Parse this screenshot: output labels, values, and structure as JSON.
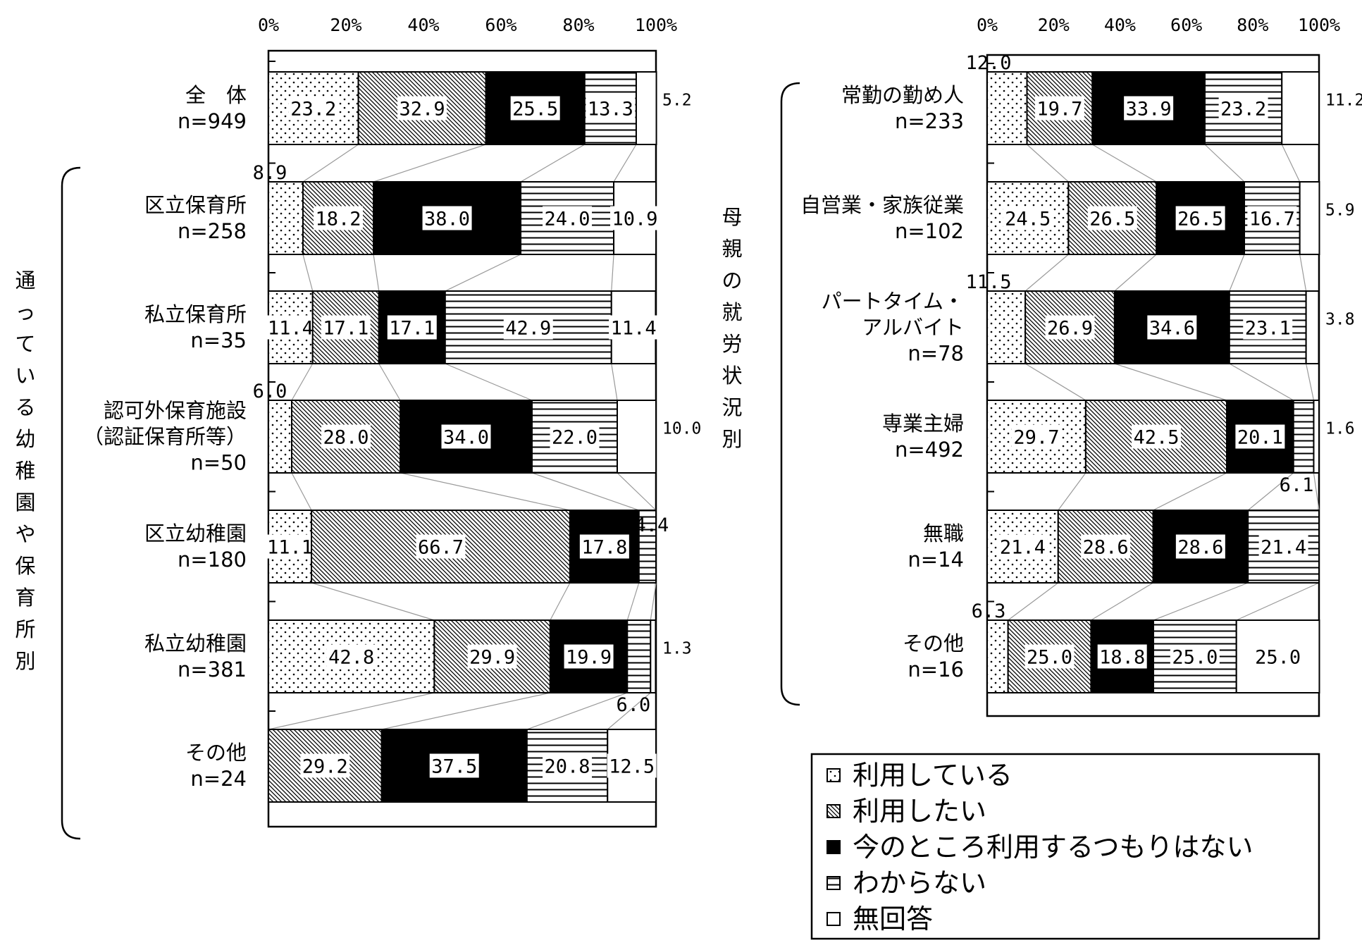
{
  "chart_data": {
    "type": "bar",
    "orientation": "horizontal",
    "stacked": true,
    "percent_axis": true,
    "xlim": [
      0,
      100
    ],
    "ticks": [
      "0%",
      "20%",
      "40%",
      "60%",
      "80%",
      "100%"
    ],
    "legend": {
      "placement": "bottom-right",
      "items": [
        {
          "label": "利用している",
          "pattern": "dots"
        },
        {
          "label": "利用したい",
          "pattern": "diagonal"
        },
        {
          "label": "今のところ利用するつもりはない",
          "pattern": "solid-black"
        },
        {
          "label": "わからない",
          "pattern": "horizontal-lines"
        },
        {
          "label": "無回答",
          "pattern": "blank"
        }
      ]
    },
    "panels": [
      {
        "id": "left",
        "group_label": "通っている幼稚園や保育所別",
        "rows": [
          {
            "name": "全　体",
            "n": "n=949",
            "values": [
              23.2,
              32.9,
              25.5,
              13.3,
              5.2
            ],
            "labels": [
              "23.2",
              "32.9",
              "25.5",
              "13.3",
              "5.2"
            ]
          },
          {
            "name": "区立保育所",
            "n": "n=258",
            "values": [
              8.9,
              18.2,
              38.0,
              24.0,
              10.9
            ],
            "labels": [
              "8.9",
              "18.2",
              "38.0",
              "24.0",
              "10.9"
            ]
          },
          {
            "name": "私立保育所",
            "n": "n=35",
            "values": [
              11.4,
              17.1,
              17.1,
              42.9,
              11.4
            ],
            "labels": [
              "11.4",
              "17.1",
              "17.1",
              "42.9",
              "11.4"
            ]
          },
          {
            "name": "認可外保育施設",
            "name2": "（認証保育所等）",
            "n": "n=50",
            "values": [
              6.0,
              28.0,
              34.0,
              22.0,
              10.0
            ],
            "labels": [
              "6.0",
              "28.0",
              "34.0",
              "22.0",
              "10.0"
            ]
          },
          {
            "name": "区立幼稚園",
            "n": "n=180",
            "values": [
              11.1,
              66.7,
              17.8,
              4.4,
              0
            ],
            "labels": [
              "11.1",
              "66.7",
              "17.8",
              "4.4",
              ""
            ]
          },
          {
            "name": "私立幼稚園",
            "n": "n=381",
            "values": [
              42.8,
              29.9,
              19.9,
              6.0,
              1.3
            ],
            "labels": [
              "42.8",
              "29.9",
              "19.9",
              "6.0",
              "1.3"
            ]
          },
          {
            "name": "その他",
            "n": "n=24",
            "values": [
              0,
              29.2,
              37.5,
              20.8,
              12.5
            ],
            "labels": [
              "",
              "29.2",
              "37.5",
              "20.8",
              "12.5"
            ]
          }
        ]
      },
      {
        "id": "right",
        "group_label": "母親の就労状況別",
        "rows": [
          {
            "name": "常勤の勤め人",
            "n": "n=233",
            "values": [
              12.0,
              19.7,
              33.9,
              23.2,
              11.2
            ],
            "labels": [
              "12.0",
              "19.7",
              "33.9",
              "23.2",
              "11.2"
            ]
          },
          {
            "name": "自営業・家族従業",
            "n": "n=102",
            "values": [
              24.5,
              26.5,
              26.5,
              16.7,
              5.9
            ],
            "labels": [
              "24.5",
              "26.5",
              "26.5",
              "16.7",
              "5.9"
            ]
          },
          {
            "name": "パートタイム・",
            "name2": "アルバイト",
            "n": "n=78",
            "values": [
              11.5,
              26.9,
              34.6,
              23.1,
              3.8
            ],
            "labels": [
              "11.5",
              "26.9",
              "34.6",
              "23.1",
              "3.8"
            ]
          },
          {
            "name": "専業主婦",
            "n": "n=492",
            "values": [
              29.7,
              42.5,
              20.1,
              6.1,
              1.6
            ],
            "labels": [
              "29.7",
              "42.5",
              "20.1",
              "6.1",
              "1.6"
            ]
          },
          {
            "name": "無職",
            "n": "n=14",
            "values": [
              21.4,
              28.6,
              28.6,
              21.4,
              0
            ],
            "labels": [
              "21.4",
              "28.6",
              "28.6",
              "21.4",
              ""
            ]
          },
          {
            "name": "その他",
            "n": "n=16",
            "values": [
              6.3,
              25.0,
              18.8,
              25.0,
              25.0
            ],
            "labels": [
              "6.3",
              "25.0",
              "18.8",
              "25.0",
              "25.0"
            ]
          }
        ]
      }
    ]
  }
}
